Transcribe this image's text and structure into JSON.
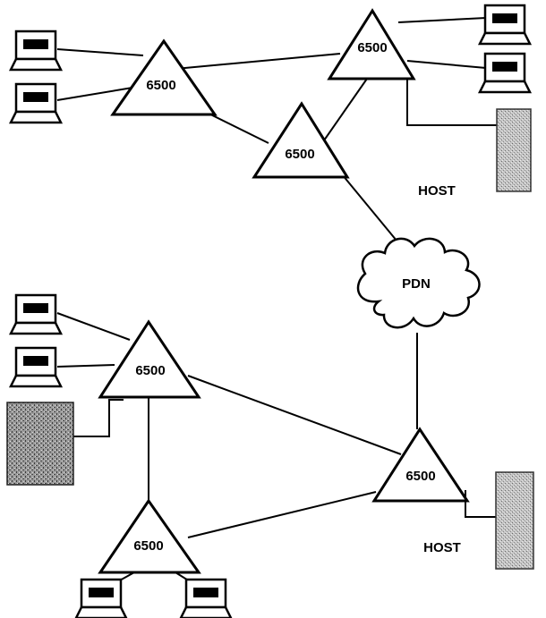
{
  "diagram": {
    "node_label": "6500",
    "host_label": "HOST",
    "network_label": "PDN",
    "nodes": [
      {
        "id": "node-top-left",
        "label": "6500"
      },
      {
        "id": "node-top-right",
        "label": "6500"
      },
      {
        "id": "node-top-center",
        "label": "6500"
      },
      {
        "id": "node-bottom-left",
        "label": "6500"
      },
      {
        "id": "node-bottom-right",
        "label": "6500"
      },
      {
        "id": "node-bottom-center",
        "label": "6500"
      }
    ],
    "hosts": [
      {
        "id": "host-top",
        "label": "HOST"
      },
      {
        "id": "host-bottom",
        "label": "HOST"
      }
    ],
    "cloud": {
      "label": "PDN"
    },
    "colors": {
      "line": "#000000",
      "fill": "#ffffff",
      "host_fill": "#bdbdbd"
    }
  }
}
